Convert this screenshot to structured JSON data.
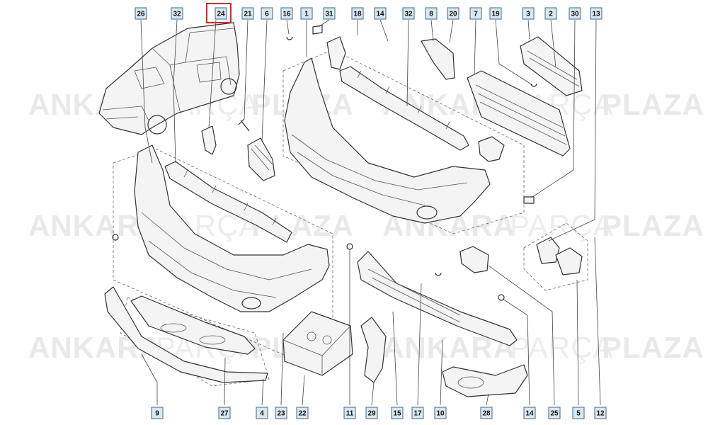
{
  "watermark": {
    "word1": "ANKARA",
    "word2": "PARÇA",
    "word3": "PLAZA"
  },
  "highlighted": "24",
  "callouts_top": [
    "26",
    "32",
    "24",
    "21",
    "6",
    "16",
    "1",
    "31",
    "18",
    "14",
    "32",
    "8",
    "20",
    "7",
    "19",
    "3",
    "2",
    "30",
    "13"
  ],
  "callouts_bottom": [
    "9",
    "27",
    "4",
    "23",
    "22",
    "11",
    "29",
    "15",
    "17",
    "10",
    "28",
    "14",
    "25",
    "5",
    "12"
  ]
}
